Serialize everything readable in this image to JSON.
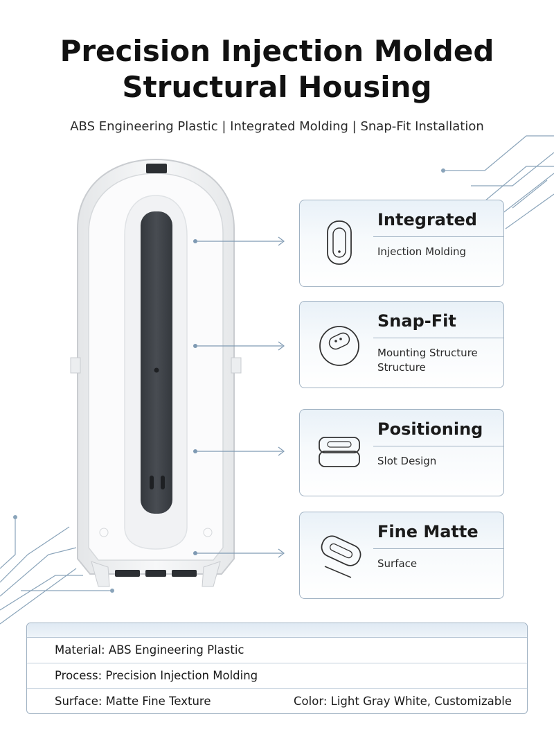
{
  "header": {
    "title_line1": "Precision Injection Molded",
    "title_line2": "Structural Housing",
    "subtitle": "ABS Engineering Plastic | Integrated Molding | Snap-Fit Installation"
  },
  "features": [
    {
      "title": "Integrated",
      "subtitle": "Injection Molding",
      "icon": "housing-front-icon"
    },
    {
      "title": "Snap-Fit",
      "subtitle": "Mounting Structure Structure",
      "icon": "snap-clip-icon"
    },
    {
      "title": "Positioning",
      "subtitle": "Slot Design",
      "icon": "slot-icon"
    },
    {
      "title": "Fine Matte",
      "subtitle": "Surface",
      "icon": "matte-panel-icon"
    }
  ],
  "specs": {
    "material_label": "Material:",
    "material_value": "ABS Engineering Plastic",
    "process_label": "Process:",
    "process_value": "Precision Injection Molding",
    "surface_label": "Surface:",
    "surface_value": "Matte Fine Texture",
    "color_label": "Color:",
    "color_value": "Light Gray White, Customizable"
  },
  "colors": {
    "accent_line": "#7f9ab3",
    "card_border": "#9fb1c2",
    "housing_white": "#f4f5f6",
    "inner_bar": "#3e4248"
  }
}
